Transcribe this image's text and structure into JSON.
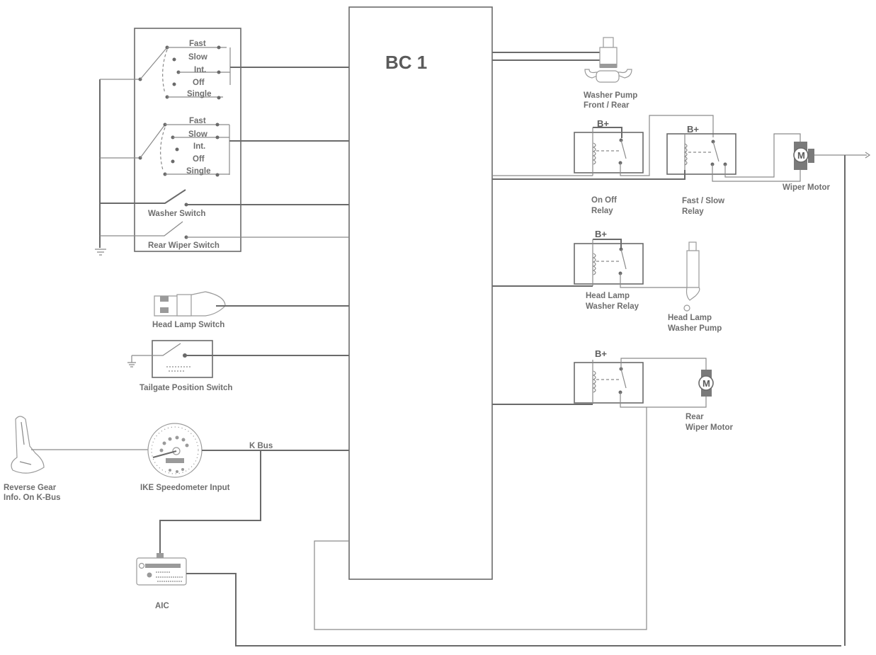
{
  "diagram": {
    "title": "BC 1",
    "components": {
      "wiper_switch_front": {
        "positions": [
          "Fast",
          "Slow",
          "Int.",
          "Off",
          "Single"
        ]
      },
      "wiper_switch_rear": {
        "positions": [
          "Fast",
          "Slow",
          "Int.",
          "Off",
          "Single"
        ]
      },
      "washer_switch": {
        "label": "Washer Switch"
      },
      "rear_wiper_switch": {
        "label": "Rear Wiper Switch"
      },
      "head_lamp_switch": {
        "label": "Head Lamp Switch"
      },
      "tailgate_switch": {
        "label": "Tailgate Position Switch"
      },
      "reverse_gear": {
        "label_line1": "Reverse Gear",
        "label_line2": "Info. On K-Bus"
      },
      "speedometer": {
        "label": "IKE Speedometer Input"
      },
      "kbus": {
        "label": "K Bus"
      },
      "aic": {
        "label": "AIC"
      },
      "washer_pump": {
        "label_line1": "Washer Pump",
        "label_line2": "Front / Rear"
      },
      "on_off_relay": {
        "supply": "B+",
        "label_line1": "On Off",
        "label_line2": "Relay"
      },
      "fast_slow_relay": {
        "supply": "B+",
        "label_line1": "Fast / Slow",
        "label_line2": "Relay"
      },
      "wiper_motor": {
        "symbol": "M",
        "label": "Wiper Motor"
      },
      "head_lamp_washer_relay": {
        "supply": "B+",
        "label_line1": "Head Lamp",
        "label_line2": "Washer Relay"
      },
      "head_lamp_washer_pump": {
        "label_line1": "Head Lamp",
        "label_line2": "Washer Pump"
      },
      "rear_wiper_relay": {
        "supply": "B+"
      },
      "rear_wiper_motor": {
        "symbol": "M",
        "label_line1": "Rear",
        "label_line2": "Wiper Motor"
      }
    }
  }
}
